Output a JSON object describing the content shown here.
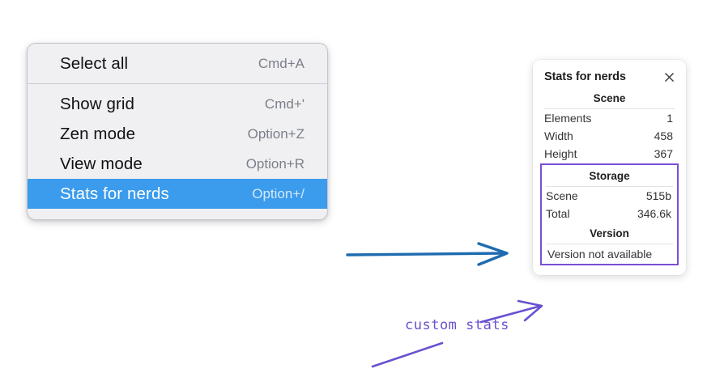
{
  "menu": {
    "groups": [
      {
        "name": "group-select",
        "items": [
          {
            "label": "Select all",
            "shortcut": "Cmd+A",
            "selected": false
          }
        ]
      },
      {
        "name": "group-view",
        "items": [
          {
            "label": "Show grid",
            "shortcut": "Cmd+'",
            "selected": false
          },
          {
            "label": "Zen mode",
            "shortcut": "Option+Z",
            "selected": false
          },
          {
            "label": "View mode",
            "shortcut": "Option+R",
            "selected": false
          },
          {
            "label": "Stats for nerds",
            "shortcut": "Option+/",
            "selected": true
          }
        ]
      }
    ],
    "highlight_color": "#3b9bec"
  },
  "stats_panel": {
    "title": "Stats for nerds",
    "close_icon": "close-icon",
    "sections": [
      {
        "heading": "Scene",
        "rows": [
          {
            "key": "Elements",
            "value": "1"
          },
          {
            "key": "Width",
            "value": "458"
          },
          {
            "key": "Height",
            "value": "367"
          }
        ]
      },
      {
        "heading": "Storage",
        "rows": [
          {
            "key": "Scene",
            "value": "515b"
          },
          {
            "key": "Total",
            "value": "346.6k"
          }
        ]
      },
      {
        "heading": "Version",
        "note": "Version not available"
      }
    ],
    "highlight_border_color": "#7a4fd6"
  },
  "annotations": {
    "handwritten_label": "custom stats",
    "arrow_blue_color": "#1f6bb0",
    "arrow_purple_color": "#6a4fd0"
  }
}
